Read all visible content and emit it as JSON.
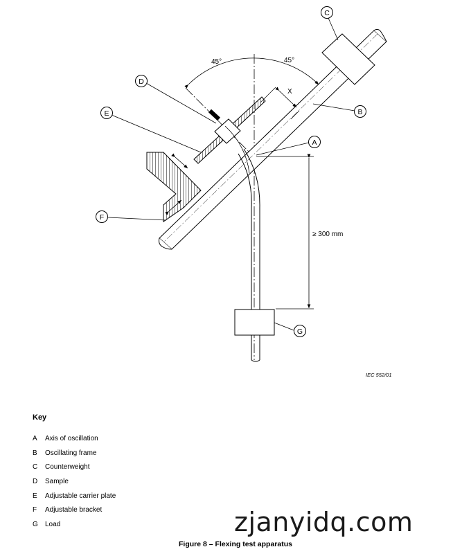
{
  "diagram": {
    "angle_left": "45°",
    "angle_right": "45°",
    "dim_x": "X",
    "dim_height": "≥ 300 mm",
    "callouts": {
      "A": "A",
      "B": "B",
      "C": "C",
      "D": "D",
      "E": "E",
      "F": "F",
      "G": "G"
    },
    "reference": "IEC  552/01"
  },
  "key": {
    "title": "Key",
    "items": [
      {
        "letter": "A",
        "text": "Axis of oscillation"
      },
      {
        "letter": "B",
        "text": "Oscillating frame"
      },
      {
        "letter": "C",
        "text": "Counterweight"
      },
      {
        "letter": "D",
        "text": "Sample"
      },
      {
        "letter": "E",
        "text": "Adjustable carrier plate"
      },
      {
        "letter": "F",
        "text": "Adjustable bracket"
      },
      {
        "letter": "G",
        "text": "Load"
      }
    ]
  },
  "caption": "Figure 8 – Flexing test apparatus",
  "watermark": "zjanyidq.com"
}
